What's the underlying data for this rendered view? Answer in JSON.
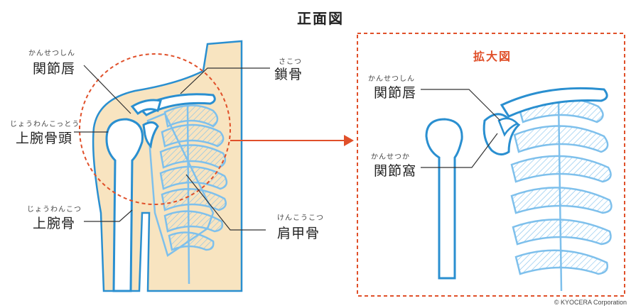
{
  "title": "正面図",
  "zoom_title": "拡大図",
  "copyright": "© KYOCERA Corporation",
  "labels": {
    "labrum": {
      "ruby": "かんせつしん",
      "text": "関節唇"
    },
    "humeral_head": {
      "ruby": "じょうわんこっとう",
      "text": "上腕骨頭"
    },
    "humerus": {
      "ruby": "じょうわんこつ",
      "text": "上腕骨"
    },
    "clavicle": {
      "ruby": "さこつ",
      "text": "鎖骨"
    },
    "scapula": {
      "ruby": "けんこうこつ",
      "text": "肩甲骨"
    },
    "zoom_labrum": {
      "ruby": "かんせつしん",
      "text": "関節唇"
    },
    "glenoid": {
      "ruby": "かんせつか",
      "text": "関節窩"
    }
  },
  "colors": {
    "bone": "#2a8fd0",
    "bone_light": "#7ec0ec",
    "skin": "#f8e4c0",
    "accent": "#e0502a",
    "leader": "#333333"
  }
}
